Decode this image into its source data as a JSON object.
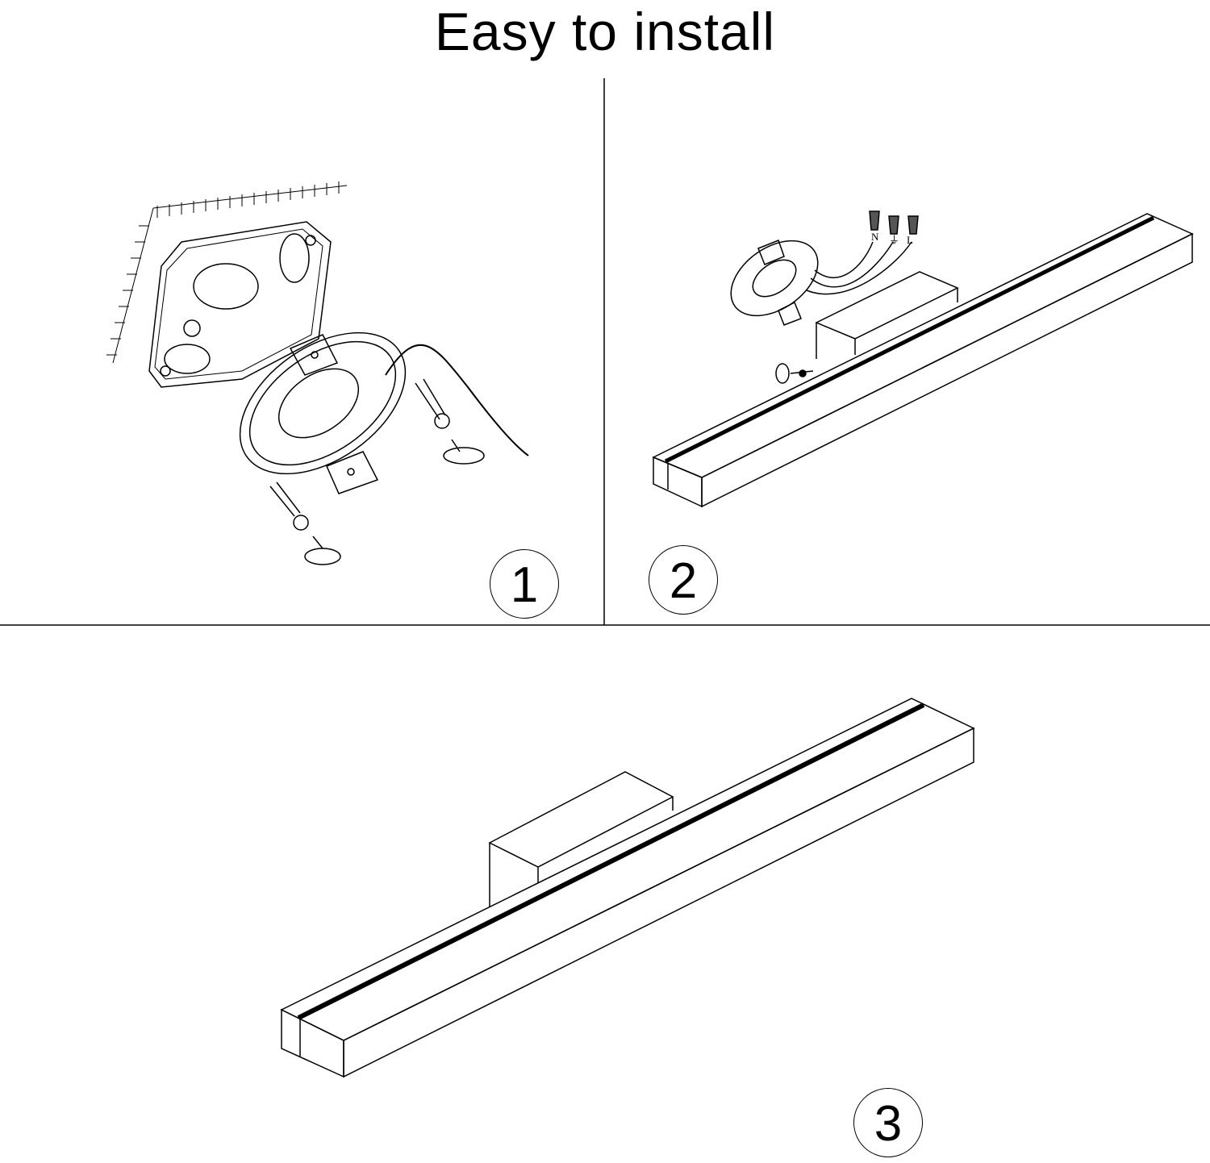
{
  "title": "Easy to install",
  "steps": [
    {
      "number": "1"
    },
    {
      "number": "2"
    },
    {
      "number": "3"
    }
  ],
  "wire_labels": {
    "neutral": "N",
    "ground": "⏚",
    "live": "L"
  },
  "colors": {
    "line": "#000000",
    "background": "#ffffff"
  }
}
